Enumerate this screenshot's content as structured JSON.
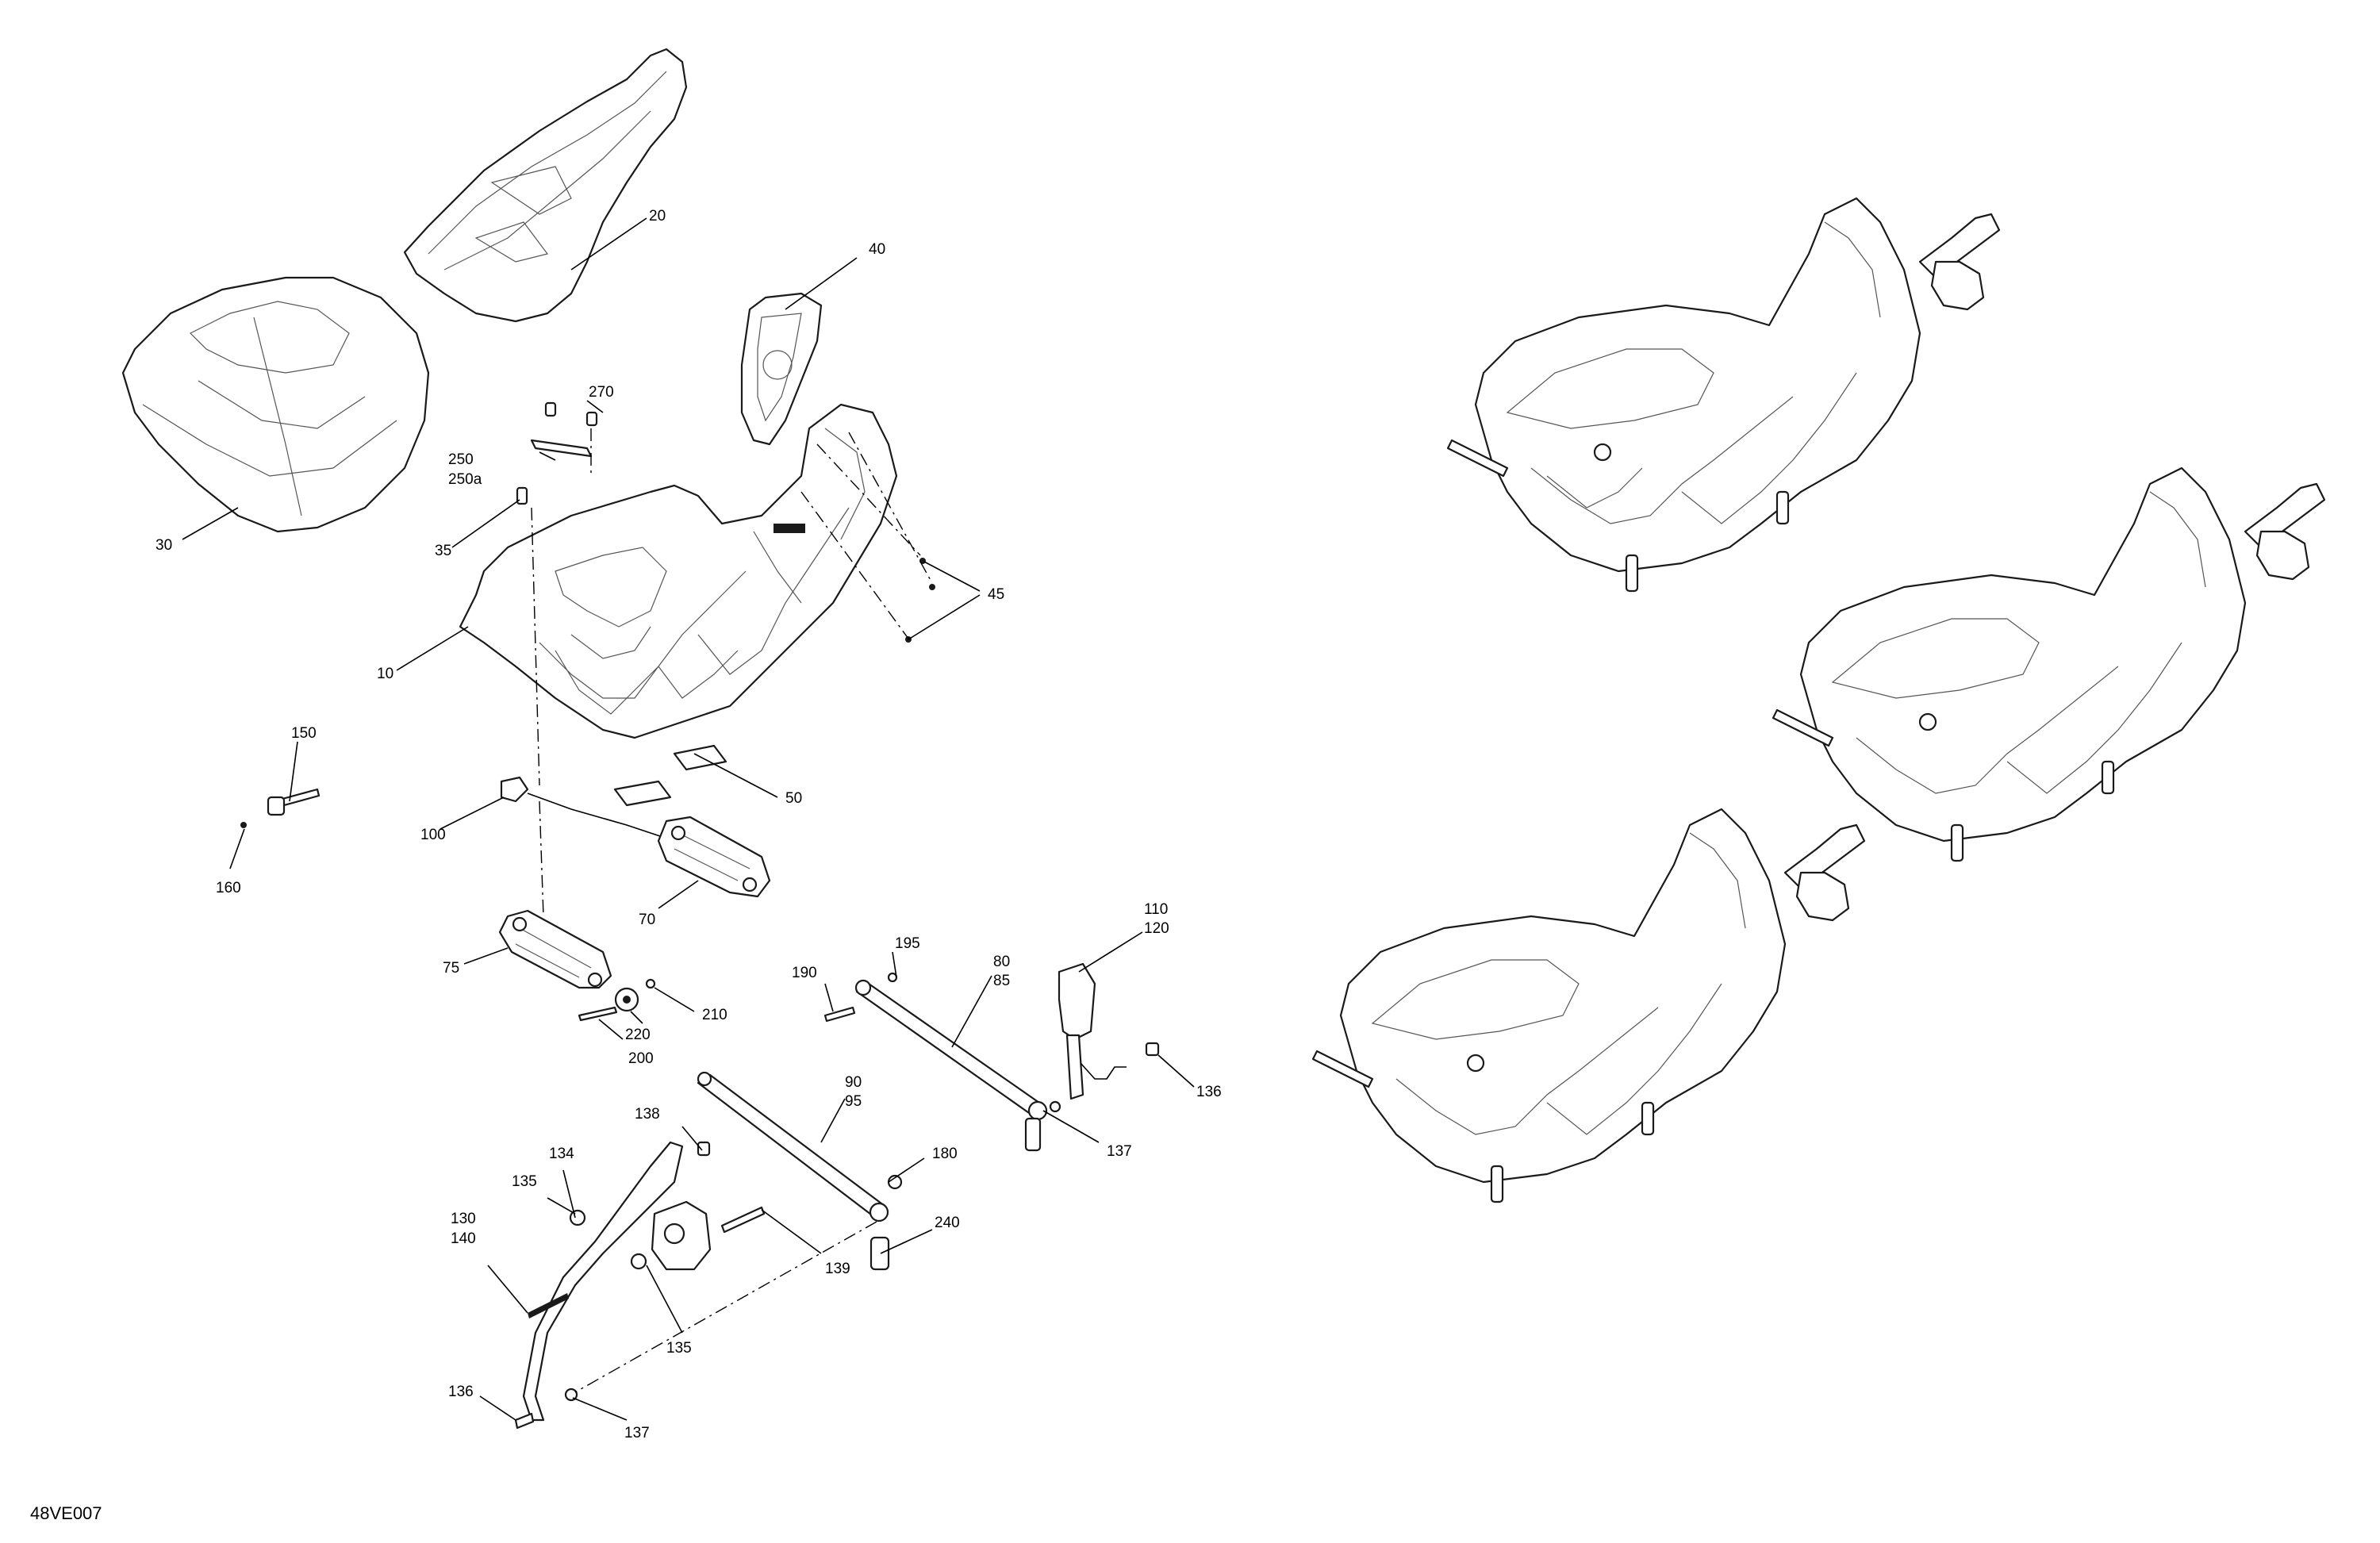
{
  "figure": {
    "reference_code": "48VE007"
  },
  "callouts": {
    "c10": "10",
    "c20": "20",
    "c30": "30",
    "c35": "35",
    "c40": "40",
    "c45": "45",
    "c50": "50",
    "c70": "70",
    "c75": "75",
    "c80": "80",
    "c85": "85",
    "c90": "90",
    "c95": "95",
    "c100": "100",
    "c110": "110",
    "c120": "120",
    "c130": "130",
    "c134": "134",
    "c135a": "135",
    "c135b": "135",
    "c136a": "136",
    "c136b": "136",
    "c137a": "137",
    "c137b": "137",
    "c138": "138",
    "c139": "139",
    "c140": "140",
    "c150": "150",
    "c160": "160",
    "c180": "180",
    "c190": "190",
    "c195": "195",
    "c200": "200",
    "c210": "210",
    "c220": "220",
    "c240": "240",
    "c250": "250",
    "c250a": "250a",
    "c270": "270"
  }
}
